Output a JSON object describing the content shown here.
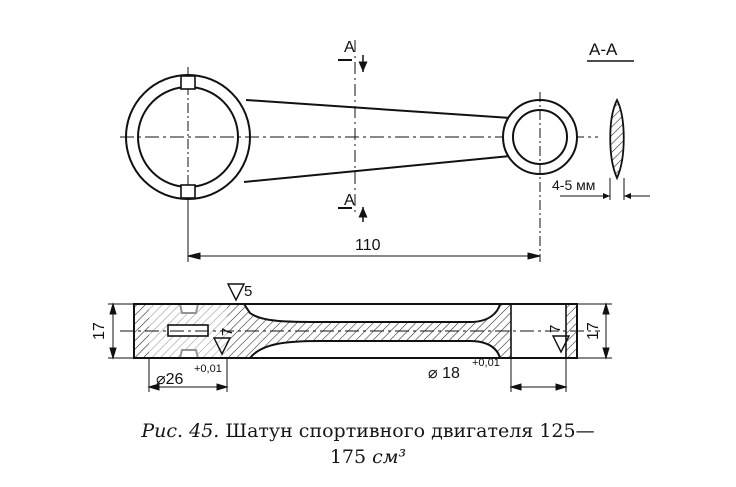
{
  "section": {
    "title": "А-А",
    "marker_top": "А",
    "marker_bottom": "А",
    "thickness": "4-5 мм"
  },
  "dimensions": {
    "center_distance": "110",
    "height_left": "17",
    "height_right": "17",
    "left_bore": "⌀26",
    "left_bore_tol": "+0,01",
    "right_bore": "⌀ 18",
    "right_bore_tol": "+0,01",
    "roughness_a": "5",
    "roughness_b": "7",
    "roughness_c": "7"
  },
  "caption": {
    "fig_label": "Рис. 45.",
    "text": "Шатун   спортивного   двигателя   125—",
    "line2": "175 ",
    "unit": "см³"
  }
}
